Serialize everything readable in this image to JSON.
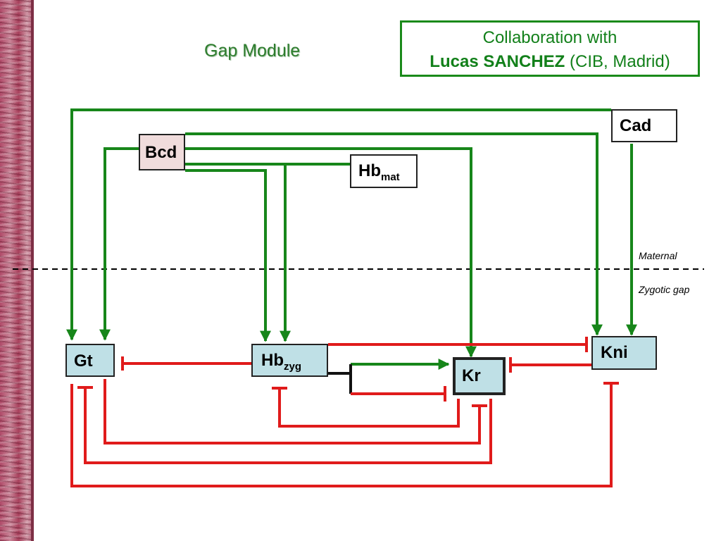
{
  "slide": {
    "title": "Gap Module",
    "collaboration": {
      "line1": "Collaboration with",
      "name": "Lucas SANCHEZ",
      "affiliation": " (CIB, Madrid)"
    }
  },
  "regions": {
    "maternal_label": "Maternal",
    "zygotic_label": "Zygotic gap"
  },
  "nodes": {
    "cad": {
      "label": "Cad"
    },
    "bcd": {
      "label": "Bcd"
    },
    "hb_mat": {
      "label": "Hb",
      "sub": "mat"
    },
    "gt": {
      "label": "Gt"
    },
    "hb_zyg": {
      "label": "Hb",
      "sub": "zyg"
    },
    "kr": {
      "label": "Kr"
    },
    "kni": {
      "label": "Kni"
    }
  },
  "colors": {
    "activation": "#17861a",
    "repression": "#e01b1b",
    "node_fill_maternal": "#ffffff",
    "node_fill_bcd": "#f0dcdc",
    "node_fill_gap": "#bfe0e6",
    "title": "#2e7d2e",
    "collab_border": "#1a8a1a"
  },
  "edges": [
    {
      "from": "Cad",
      "to": "Gt",
      "type": "activation"
    },
    {
      "from": "Cad",
      "to": "Kni",
      "type": "activation"
    },
    {
      "from": "Bcd",
      "to": "Gt",
      "type": "activation"
    },
    {
      "from": "Bcd",
      "to": "Kni",
      "type": "activation"
    },
    {
      "from": "Bcd",
      "to": "Kr",
      "type": "activation"
    },
    {
      "from": "Bcd",
      "to": "Hb_zyg",
      "type": "activation"
    },
    {
      "from": "Hb_mat",
      "to": "Hb_zyg",
      "type": "activation"
    },
    {
      "from": "Hb_zyg",
      "to": "Gt",
      "type": "repression"
    },
    {
      "from": "Hb_zyg",
      "to": "Kni",
      "type": "repression"
    },
    {
      "from": "Hb_zyg",
      "to": "Kr",
      "type": "activation"
    },
    {
      "from": "Hb_zyg",
      "to": "Kr",
      "type": "repression"
    },
    {
      "from": "Kni",
      "to": "Kr",
      "type": "repression"
    },
    {
      "from": "Kr",
      "to": "Hb_zyg",
      "type": "repression"
    },
    {
      "from": "Kr",
      "to": "Gt",
      "type": "repression"
    },
    {
      "from": "Gt",
      "to": "Kr",
      "type": "repression"
    },
    {
      "from": "Gt",
      "to": "Kni",
      "type": "repression"
    }
  ]
}
